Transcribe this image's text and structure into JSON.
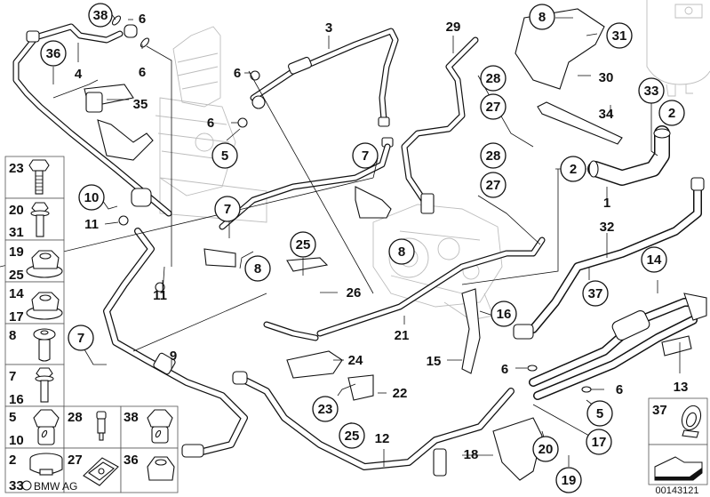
{
  "diagram": {
    "title": "Power steering / oil cooler lines exploded parts diagram",
    "copyright": "BMW AG",
    "copyright_symbol": "©",
    "diagram_number": "00143121"
  },
  "callouts": [
    {
      "id": "c38",
      "label": "38",
      "circled": true
    },
    {
      "id": "c6a",
      "label": "6",
      "circled": false
    },
    {
      "id": "c6b",
      "label": "6",
      "circled": false
    },
    {
      "id": "c36",
      "label": "36",
      "circled": true
    },
    {
      "id": "c4",
      "label": "4",
      "circled": false
    },
    {
      "id": "c35",
      "label": "35",
      "circled": false
    },
    {
      "id": "c3",
      "label": "3",
      "circled": false
    },
    {
      "id": "c6c",
      "label": "6",
      "circled": false
    },
    {
      "id": "c6d",
      "label": "6",
      "circled": false
    },
    {
      "id": "c5a",
      "label": "5",
      "circled": true
    },
    {
      "id": "c29",
      "label": "29",
      "circled": false
    },
    {
      "id": "c28a",
      "label": "28",
      "circled": true
    },
    {
      "id": "c27a",
      "label": "27",
      "circled": true
    },
    {
      "id": "c28b",
      "label": "28",
      "circled": true
    },
    {
      "id": "c27b",
      "label": "27",
      "circled": true
    },
    {
      "id": "c8a",
      "label": "8",
      "circled": true
    },
    {
      "id": "c31",
      "label": "31",
      "circled": true
    },
    {
      "id": "c30",
      "label": "30",
      "circled": false
    },
    {
      "id": "c34",
      "label": "34",
      "circled": false
    },
    {
      "id": "c33",
      "label": "33",
      "circled": true
    },
    {
      "id": "c2a",
      "label": "2",
      "circled": true
    },
    {
      "id": "c2b",
      "label": "2",
      "circled": true
    },
    {
      "id": "c1",
      "label": "1",
      "circled": false
    },
    {
      "id": "c32",
      "label": "32",
      "circled": false
    },
    {
      "id": "c7a",
      "label": "7",
      "circled": true
    },
    {
      "id": "c7b",
      "label": "7",
      "circled": true
    },
    {
      "id": "c8b",
      "label": "8",
      "circled": true
    },
    {
      "id": "c8c",
      "label": "8",
      "circled": true
    },
    {
      "id": "c10",
      "label": "10",
      "circled": true
    },
    {
      "id": "c11a",
      "label": "11",
      "circled": false
    },
    {
      "id": "c11b",
      "label": "11",
      "circled": false
    },
    {
      "id": "c25a",
      "label": "25",
      "circled": true
    },
    {
      "id": "c26",
      "label": "26",
      "circled": false
    },
    {
      "id": "c7c",
      "label": "7",
      "circled": true
    },
    {
      "id": "c9",
      "label": "9",
      "circled": false
    },
    {
      "id": "c21",
      "label": "21",
      "circled": false
    },
    {
      "id": "c24",
      "label": "24",
      "circled": false
    },
    {
      "id": "c22",
      "label": "22",
      "circled": false
    },
    {
      "id": "c23",
      "label": "23",
      "circled": true
    },
    {
      "id": "c25b",
      "label": "25",
      "circled": true
    },
    {
      "id": "c12",
      "label": "12",
      "circled": false
    },
    {
      "id": "c16",
      "label": "16",
      "circled": true
    },
    {
      "id": "c15",
      "label": "15",
      "circled": false
    },
    {
      "id": "c6e",
      "label": "6",
      "circled": false
    },
    {
      "id": "c6f",
      "label": "6",
      "circled": false
    },
    {
      "id": "c5b",
      "label": "5",
      "circled": true
    },
    {
      "id": "c17",
      "label": "17",
      "circled": true
    },
    {
      "id": "c18",
      "label": "18",
      "circled": false
    },
    {
      "id": "c20",
      "label": "20",
      "circled": true
    },
    {
      "id": "c19",
      "label": "19",
      "circled": true
    },
    {
      "id": "c14",
      "label": "14",
      "circled": true
    },
    {
      "id": "c37",
      "label": "37",
      "circled": true
    },
    {
      "id": "c13",
      "label": "13",
      "circled": false
    }
  ],
  "parts_table": [
    {
      "labels": [
        "23"
      ],
      "part": "hex-bolt-long"
    },
    {
      "labels": [
        "20",
        "31"
      ],
      "part": "flange-bolt"
    },
    {
      "labels": [
        "19",
        "25"
      ],
      "part": "flange-nut"
    },
    {
      "labels": [
        "14",
        "17"
      ],
      "part": "flange-nut"
    },
    {
      "labels": [
        "8"
      ],
      "part": "rivet-bolt"
    },
    {
      "labels": [
        "7",
        "16"
      ],
      "part": "flange-bolt"
    },
    {
      "labels": [
        "5",
        "10"
      ],
      "part": "banjo-bolt"
    },
    {
      "labels": [
        "28"
      ],
      "part": "shoulder-screw"
    },
    {
      "labels": [
        "38"
      ],
      "part": "banjo-bolt"
    },
    {
      "labels": [
        "2",
        "33"
      ],
      "part": "hose-clamp"
    },
    {
      "labels": [
        "27"
      ],
      "part": "clip-nut"
    },
    {
      "labels": [
        "36"
      ],
      "part": "flange-nut"
    }
  ],
  "inset": {
    "label": "37",
    "part": "pipe-clip"
  }
}
